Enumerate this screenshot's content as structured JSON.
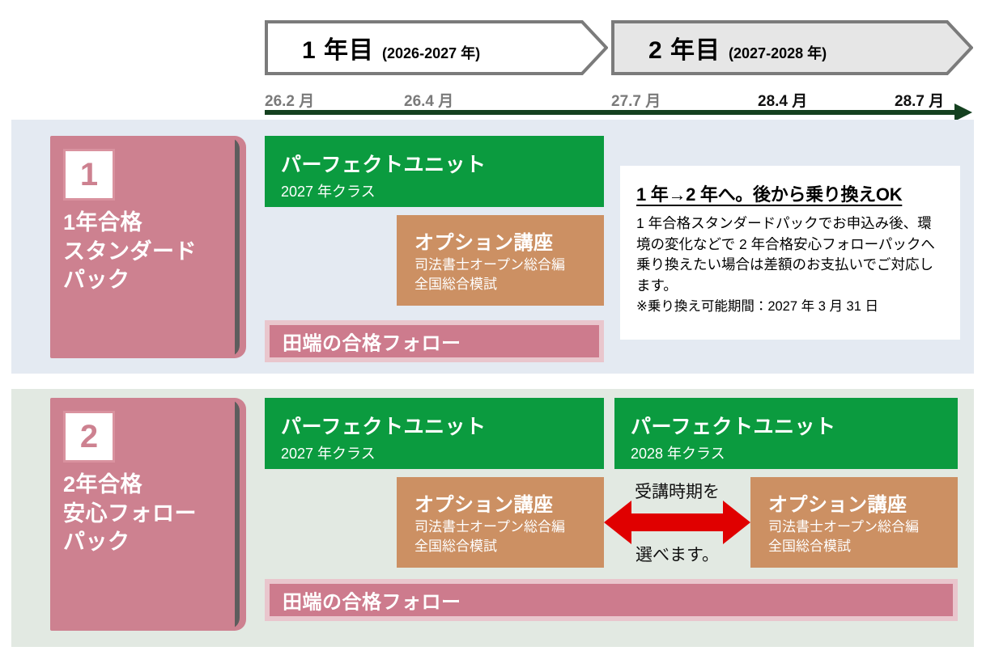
{
  "timeline": {
    "years": [
      {
        "main": "1 年目",
        "sub": "(2026-2027 年)"
      },
      {
        "main": "2 年目",
        "sub": "(2027-2028 年)"
      }
    ],
    "ticks": [
      {
        "label": "26.2 月",
        "tone": "gray"
      },
      {
        "label": "26.4 月",
        "tone": "gray"
      },
      {
        "label": "27.7 月",
        "tone": "gray"
      },
      {
        "label": "28.4 月",
        "tone": "black"
      },
      {
        "label": "28.7 月",
        "tone": "black"
      }
    ]
  },
  "rows": [
    {
      "number": "1",
      "title": "1年合格\nスタンダード\nパック",
      "bars": {
        "unit1_title": "パーフェクトユニット",
        "unit1_sub": "2027 年クラス",
        "option1_title": "オプション講座",
        "option1_sub1": "司法書士オープン総合編",
        "option1_sub2": "全国総合模試",
        "follow_title": "田端の合格フォロー"
      },
      "info": {
        "heading": "1 年→2 年へ。後から乗り換えOK",
        "body": " 1 年合格スタンダードパックでお申込み後、環境の変化などで 2 年合格安心フォローパックへ乗り換えたい場合は差額のお支払いでご対応します。",
        "note": "※乗り換え可能期間：2027 年 3 月 31 日"
      }
    },
    {
      "number": "2",
      "title": "2年合格\n安心フォロー\nパック",
      "bars": {
        "unit1_title": "パーフェクトユニット",
        "unit1_sub": "2027 年クラス",
        "unit2_title": "パーフェクトユニット",
        "unit2_sub": "2028 年クラス",
        "option1_title": "オプション講座",
        "option1_sub1": "司法書士オープン総合編",
        "option1_sub2": "全国総合模試",
        "option2_title": "オプション講座",
        "option2_sub1": "司法書士オープン総合編",
        "option2_sub2": "全国総合模試",
        "follow_title": "田端の合格フォロー"
      },
      "switch": {
        "text_top": "受講時期を",
        "text_bottom": "選べます。"
      }
    }
  ],
  "colors": {
    "green": "#0b9b3f",
    "orange": "#cc9063",
    "pink": "#cd7b8d",
    "pink_border": "#e9c6cd",
    "card_pink": "#cd8190",
    "row1_bg": "#e4eaf2",
    "row2_bg": "#e2e9e2",
    "arrow_red": "#e00000",
    "axis_green": "#14401f"
  }
}
